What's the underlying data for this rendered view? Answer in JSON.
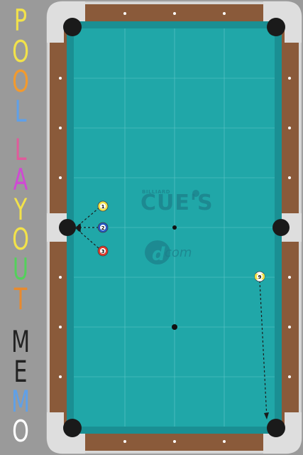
{
  "app": {
    "title_letters": [
      "P",
      "O",
      "O",
      "L",
      "L",
      "A",
      "Y",
      "O",
      "U",
      "T",
      "M",
      "E",
      "M",
      "O"
    ],
    "title_colors": [
      "#f2e24a",
      "#f2e24a",
      "#f29a2e",
      "#5fa0e8",
      "#e05b9b",
      "#cf4ad3",
      "#f2e24a",
      "#f2e24a",
      "#54d05c",
      "#e88a2e",
      "#222222",
      "#222222",
      "#5fa0e8",
      "#ffffff"
    ]
  },
  "table": {
    "cloth_color": "#20a7a8",
    "rail_color": "#8a5a3a",
    "logo": {
      "small_text": "BILLIARD",
      "main_text": "CUE'S",
      "com_text": "com"
    }
  },
  "balls": [
    {
      "label": "1",
      "color": "#f2e24a",
      "stripe": false
    },
    {
      "label": "2",
      "color": "#2457c4",
      "stripe": false
    },
    {
      "label": "3",
      "color": "#e03a2a",
      "stripe": false
    },
    {
      "label": "9",
      "color": "#f2e24a",
      "stripe": true
    }
  ]
}
